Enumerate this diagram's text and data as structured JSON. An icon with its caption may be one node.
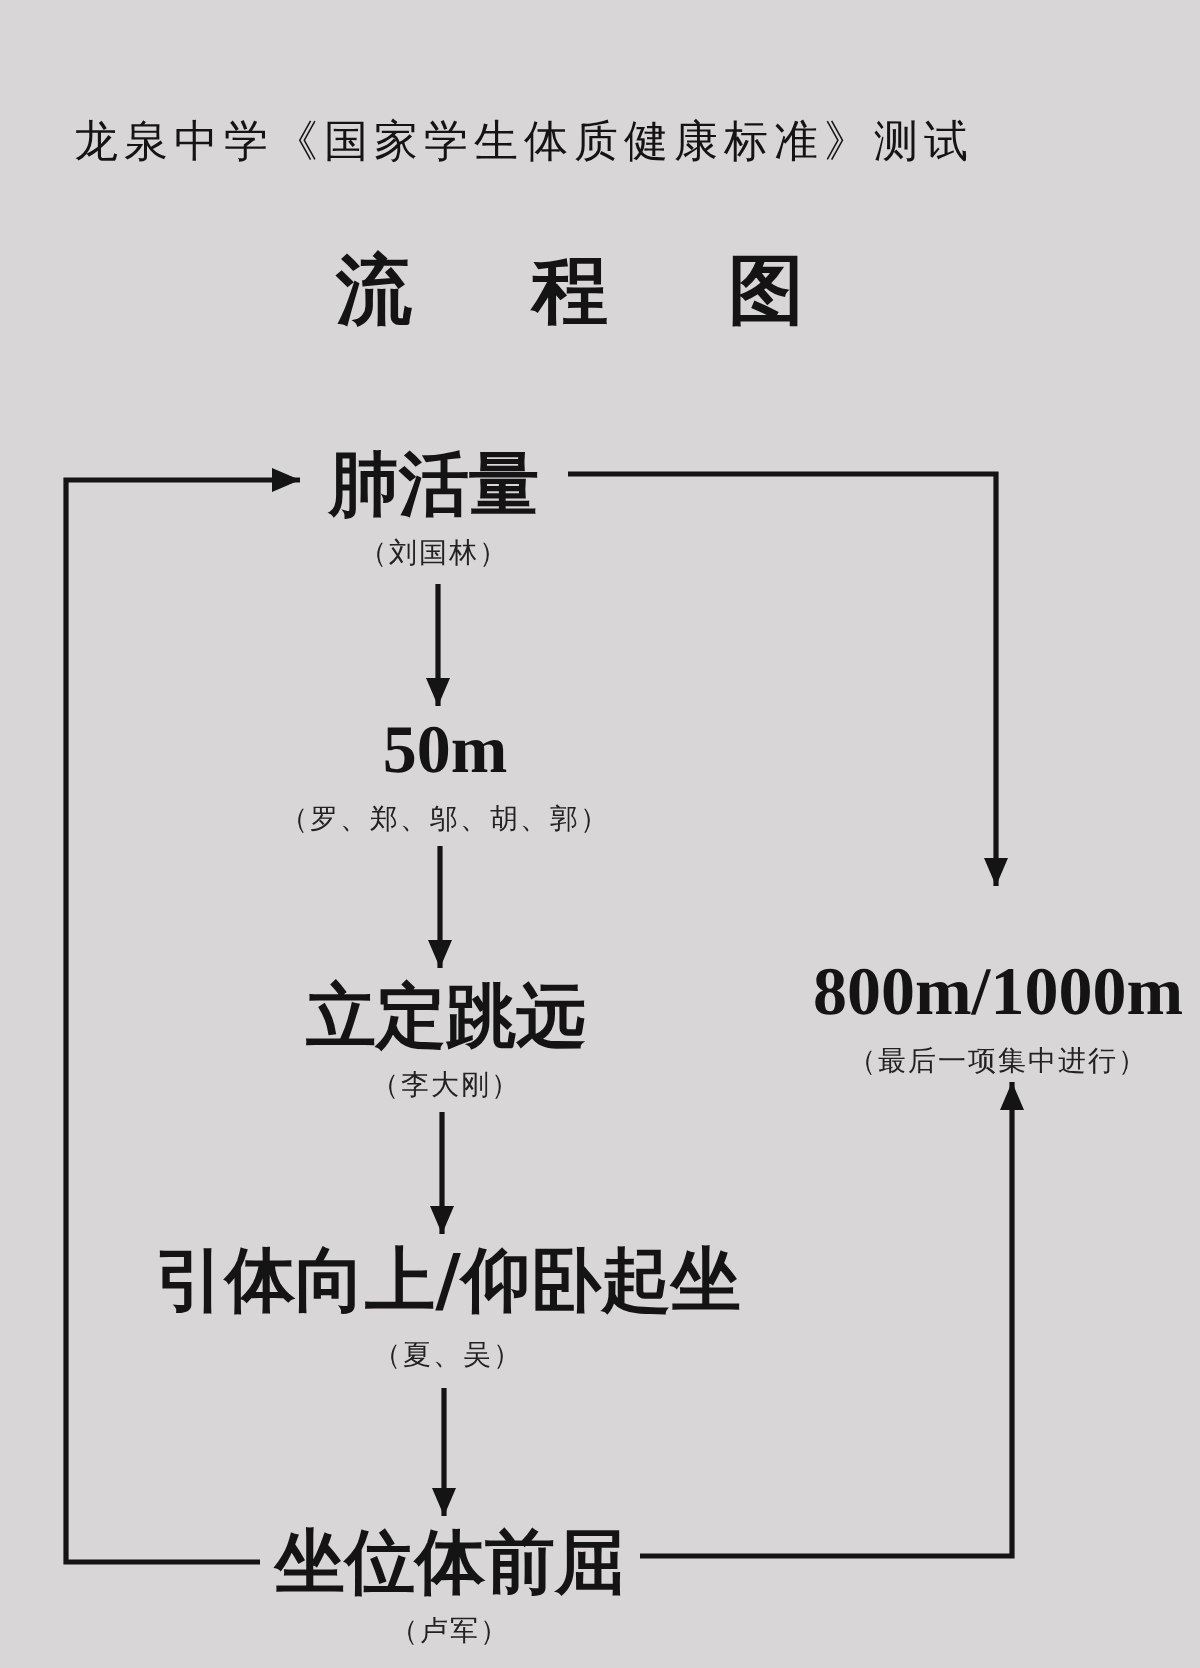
{
  "diagram": {
    "title": "龙泉中学《国家学生体质健康标准》测试",
    "nodes": [
      {
        "text": [
          "肺活量"
        ],
        "beside": [
          "（刘国林）"
        ]
      },
      {
        "text": [
          "50m"
        ],
        "beside": [
          "（罗、郑、邬、胡、郭）"
        ]
      },
      {
        "text": [
          "立定跳远"
        ],
        "beside": [
          "（李大刚）"
        ]
      },
      {
        "text": [
          "引体向上/仰卧起坐"
        ],
        "beside": [
          "（夏、吴）"
        ]
      },
      {
        "text": [
          "坐位体前屈"
        ],
        "beside": [
          "（卢军）"
        ]
      },
      {
        "text": [
          "800m/1000m"
        ],
        "beside": [
          "（最后一项集中进行）"
        ]
      }
    ],
    "edges": [
      {
        "from": 0,
        "to": 1,
        "arrow": "to"
      },
      {
        "from": 1,
        "to": 2,
        "arrow": "to"
      },
      {
        "from": 2,
        "to": 3,
        "arrow": "to"
      },
      {
        "from": 3,
        "to": 4,
        "arrow": "to"
      },
      {
        "from": 4,
        "to": 0,
        "arrow": "to"
      },
      {
        "from": 0,
        "to": 5,
        "arrow": "to"
      },
      {
        "from": 4,
        "to": 5,
        "arrow": "to"
      }
    ],
    "labels": [
      "流程图"
    ]
  }
}
